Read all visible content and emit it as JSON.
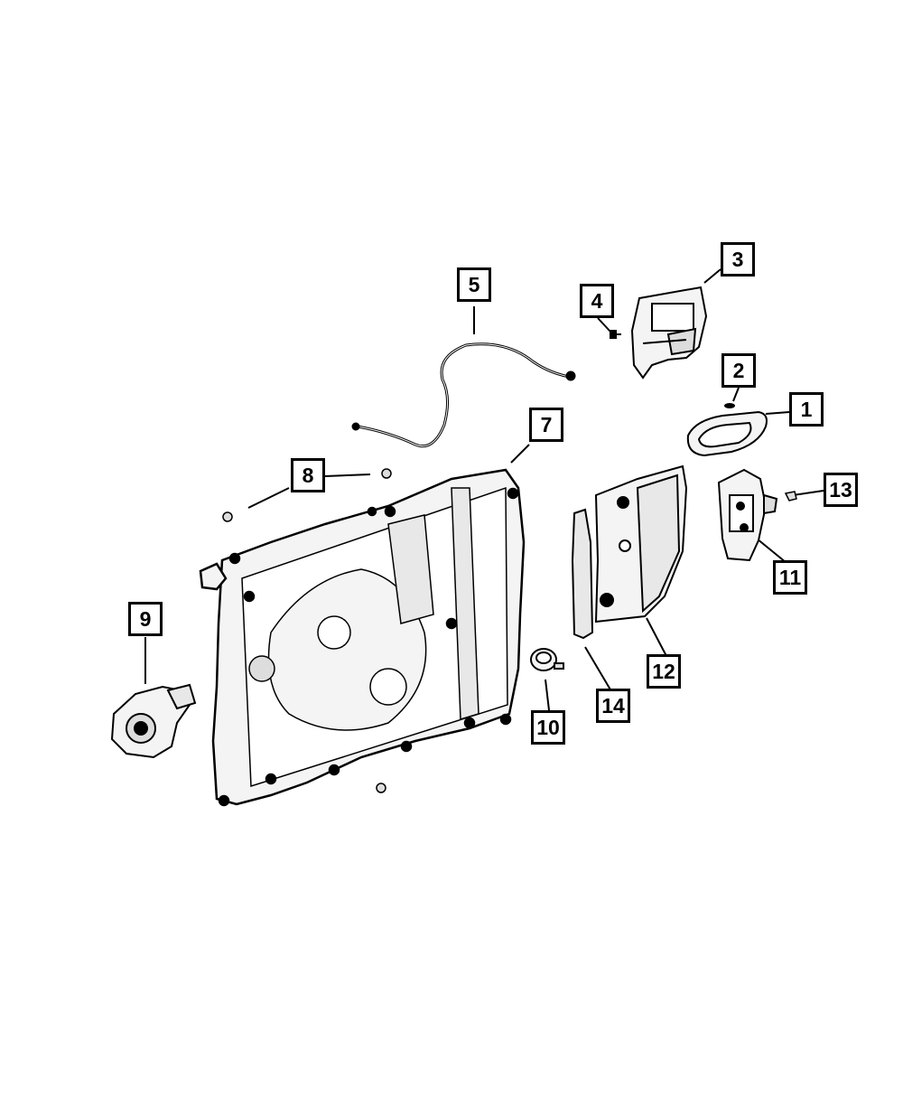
{
  "callouts": [
    {
      "id": "1",
      "part": "inside-door-handle"
    },
    {
      "id": "2",
      "part": "handle-screw"
    },
    {
      "id": "3",
      "part": "door-latch"
    },
    {
      "id": "4",
      "part": "latch-screw"
    },
    {
      "id": "5",
      "part": "latch-cable"
    },
    {
      "id": "7",
      "part": "door-module-panel"
    },
    {
      "id": "8",
      "part": "nuts"
    },
    {
      "id": "9",
      "part": "window-motor"
    },
    {
      "id": "10",
      "part": "plug"
    },
    {
      "id": "11",
      "part": "latch-bracket"
    },
    {
      "id": "12",
      "part": "glass-run-channel"
    },
    {
      "id": "13",
      "part": "clip"
    },
    {
      "id": "14",
      "part": "seal-strip"
    }
  ],
  "colors": {
    "line": "#000000",
    "background": "#ffffff",
    "part_fill": "#f4f4f4"
  }
}
